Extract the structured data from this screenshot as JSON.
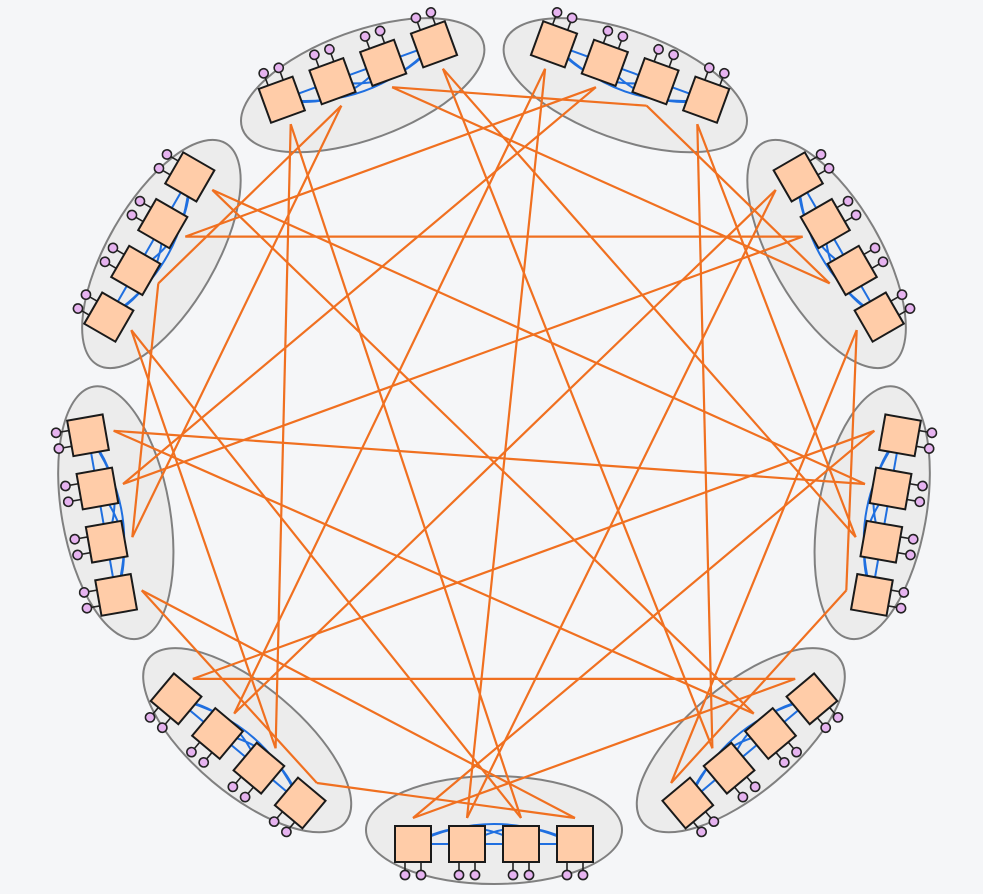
{
  "diagram": {
    "type": "dragonfly-network-topology",
    "group_count": 9,
    "routers_per_group": 4,
    "endpoints_per_router": 2,
    "global_links_per_router": 2,
    "intra_group_topology": "all-to-all",
    "inter_group_topology": "all-to-all",
    "colors": {
      "background": "#f5f6f8",
      "group_fill": "#ececec",
      "group_stroke": "#808080",
      "router_fill": "#ffcca8",
      "router_stroke": "#1a1a1a",
      "endpoint_fill": "#e6b3f0",
      "endpoint_stroke": "#222222",
      "local_link": "#1f6fe0",
      "global_link": "#f07020"
    }
  }
}
